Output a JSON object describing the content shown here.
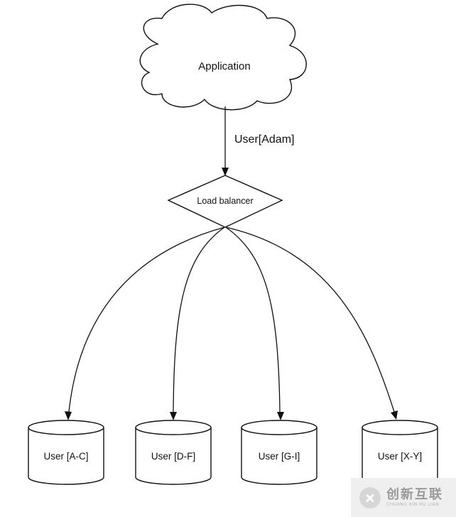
{
  "diagram": {
    "cloud_label": "Application",
    "edge_label": "User[Adam]",
    "balancer_label": "Load balancer",
    "databases": [
      {
        "label": "User [A-C]"
      },
      {
        "label": "User [D-F]"
      },
      {
        "label": "User [G-I]"
      },
      {
        "label": "User [X-Y]"
      }
    ]
  },
  "watermark": {
    "name": "创新互联",
    "subtitle": "CHUANG XIN HU LIAN"
  }
}
